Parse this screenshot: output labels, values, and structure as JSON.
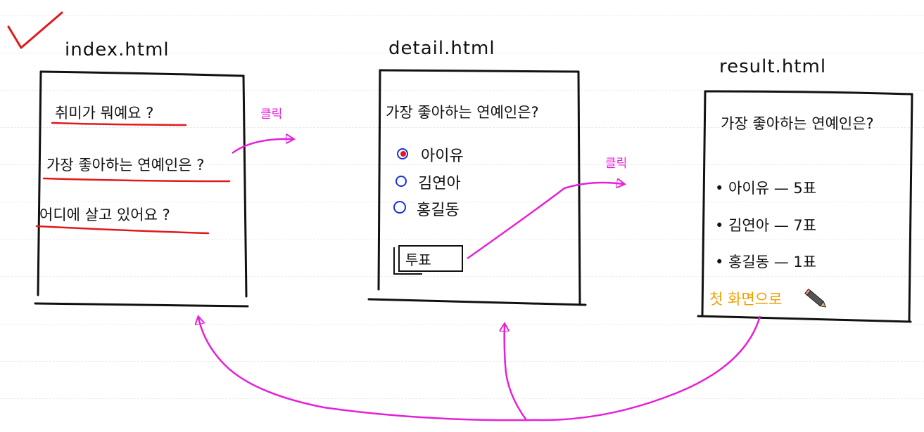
{
  "diagram": {
    "index_page": {
      "filename": "index.html",
      "questions": [
        "취미가 뭐예요 ?",
        "가장 좋아하는 연예인은 ?",
        "어디에 살고 있어요 ?"
      ]
    },
    "detail_page": {
      "filename": "detail.html",
      "question": "가장 좋아하는 연예인은?",
      "options": [
        "아이유",
        "김연아",
        "홍길동"
      ],
      "vote_button": "투표"
    },
    "result_page": {
      "filename": "result.html",
      "question": "가장 좋아하는 연예인은?",
      "results": [
        "• 아이유 — 5표",
        "• 김연아 — 7표",
        "• 홍길동 — 1표"
      ],
      "home_link": "첫 화면으로"
    },
    "click_labels": [
      "클릭",
      "클릭"
    ],
    "colors": {
      "underline": "#e01a1a",
      "arrow": "#e61fd9",
      "home_link": "#f0a000",
      "checkmark": "#e01a1a",
      "radio": "#1a2ee0"
    }
  }
}
